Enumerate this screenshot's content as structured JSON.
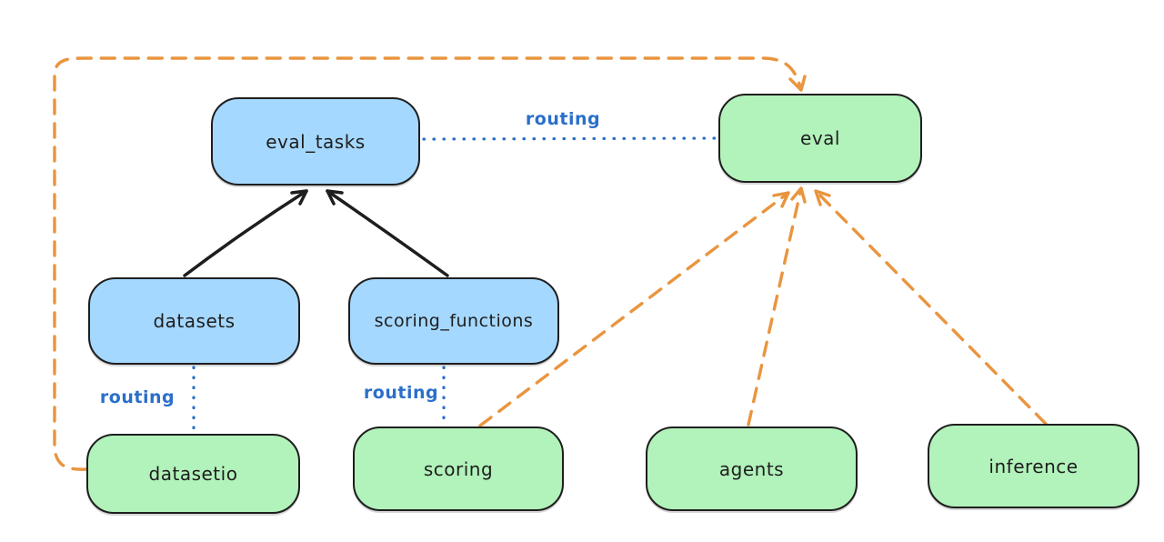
{
  "diagram": {
    "nodes": [
      {
        "id": "eval_tasks",
        "label": "eval_tasks",
        "fill": "blue"
      },
      {
        "id": "eval",
        "label": "eval",
        "fill": "green"
      },
      {
        "id": "datasets",
        "label": "datasets",
        "fill": "blue"
      },
      {
        "id": "scoring_functions",
        "label": "scoring_functions",
        "fill": "blue"
      },
      {
        "id": "datasetio",
        "label": "datasetio",
        "fill": "green"
      },
      {
        "id": "scoring",
        "label": "scoring",
        "fill": "green"
      },
      {
        "id": "agents",
        "label": "agents",
        "fill": "green"
      },
      {
        "id": "inference",
        "label": "inference",
        "fill": "green"
      }
    ],
    "edges": [
      {
        "from": "datasets",
        "to": "eval_tasks",
        "style": "solid-black",
        "label": ""
      },
      {
        "from": "scoring_functions",
        "to": "eval_tasks",
        "style": "solid-black",
        "label": ""
      },
      {
        "from": "eval_tasks",
        "to": "eval",
        "style": "dotted-blue",
        "label": "routing"
      },
      {
        "from": "datasets",
        "to": "datasetio",
        "style": "dotted-blue",
        "label": "routing"
      },
      {
        "from": "scoring_functions",
        "to": "scoring",
        "style": "dotted-blue",
        "label": "routing"
      },
      {
        "from": "datasetio",
        "to": "eval",
        "style": "dashed-orange",
        "label": ""
      },
      {
        "from": "scoring",
        "to": "eval",
        "style": "dashed-orange",
        "label": ""
      },
      {
        "from": "agents",
        "to": "eval",
        "style": "dashed-orange",
        "label": ""
      },
      {
        "from": "inference",
        "to": "eval",
        "style": "dashed-orange",
        "label": ""
      }
    ],
    "colors": {
      "node_stroke": "#1e1e1e",
      "blue_node_fill": "#a5d8ff",
      "green_node_fill": "#b2f2bb",
      "routing_blue": "#2b6fc9",
      "orange_dashed": "#e9953f",
      "solid_arrow": "#1e1e1e",
      "background": "#ffffff"
    }
  }
}
